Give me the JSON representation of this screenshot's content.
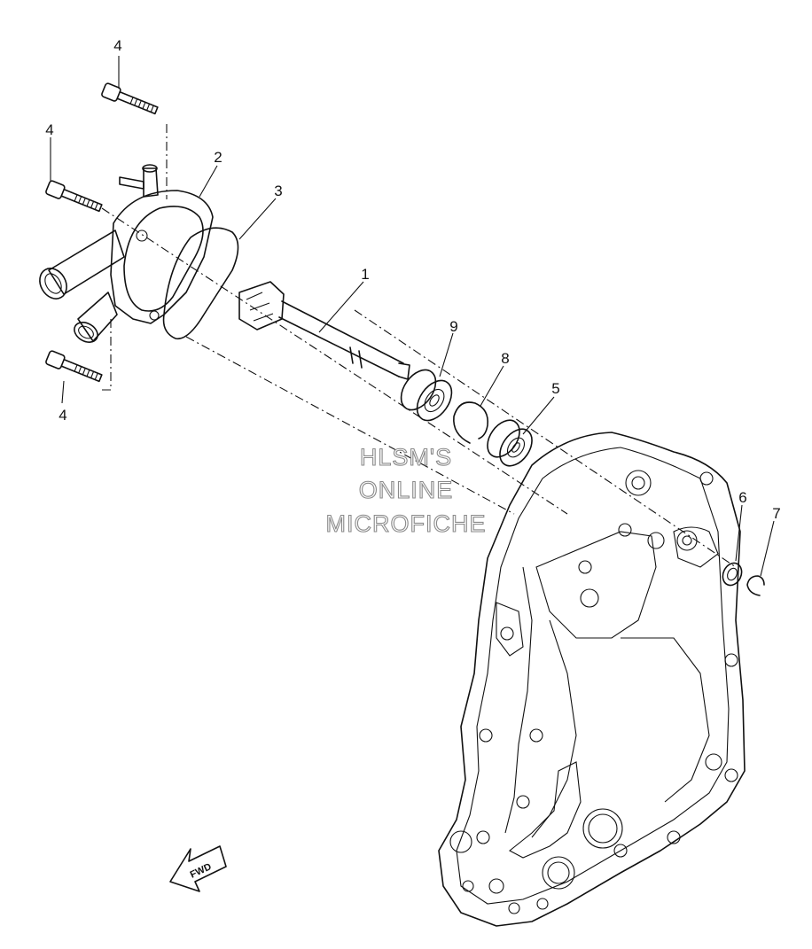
{
  "callouts": {
    "c1": "1",
    "c2": "2",
    "c3": "3",
    "c4a": "4",
    "c4b": "4",
    "c4c": "4",
    "c5": "5",
    "c6": "6",
    "c7": "7",
    "c8": "8",
    "c9": "9"
  },
  "watermark": {
    "line1": "HLSM'S",
    "line2": "ONLINE",
    "line3": "MICROFICHE"
  },
  "direction_arrow": {
    "label": "FWD"
  }
}
